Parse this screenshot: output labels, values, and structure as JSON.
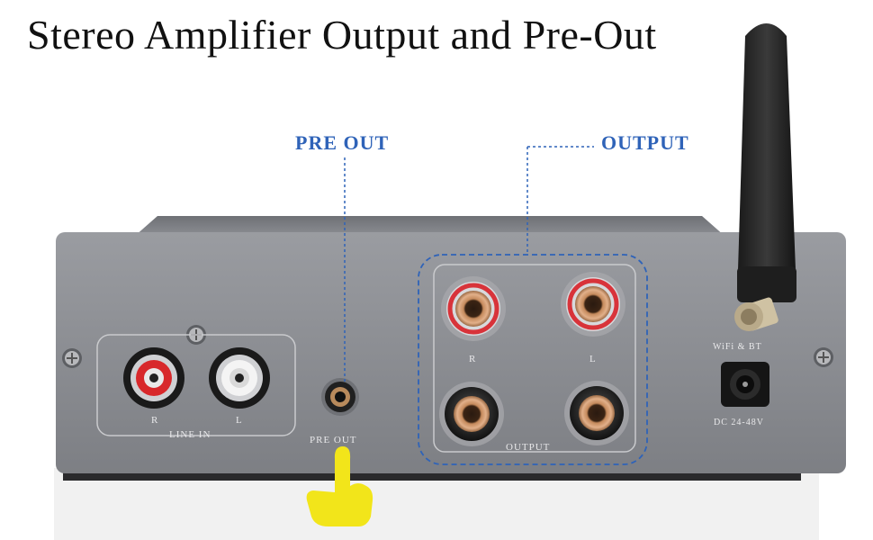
{
  "title": "Stereo Amplifier Output and Pre-Out",
  "callouts": {
    "pre_out": "PRE OUT",
    "output": "OUTPUT"
  },
  "panel_labels": {
    "line_in": "LINE IN",
    "line_in_r": "R",
    "line_in_l": "L",
    "pre_out": "PRE OUT",
    "output": "OUTPUT",
    "output_r": "R",
    "output_l": "L",
    "antenna": "WiFi & BT",
    "power": "DC 24-48V"
  },
  "colors": {
    "callout_blue": "#2f63b8",
    "chassis_gray": "#8a8c91",
    "pointer_yellow": "#f2e51a"
  }
}
